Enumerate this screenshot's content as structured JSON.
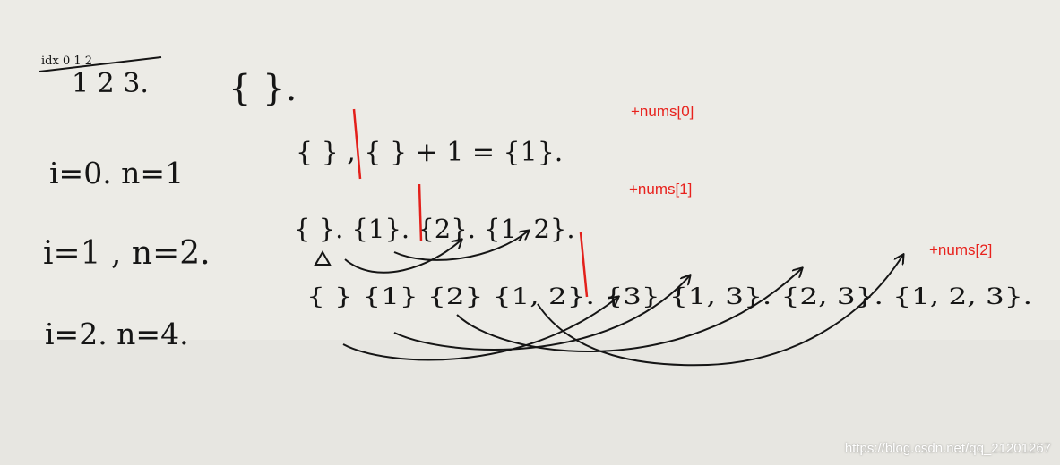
{
  "colors": {
    "paper": "#ecebe6",
    "ink": "#151515",
    "annotation": "#e8221d",
    "watermark": "#ffffff"
  },
  "notes": {
    "header": {
      "idx_labels": "idx 0 1 2",
      "digits": "1 2 3."
    },
    "empty_set": "{ }.",
    "rows": [
      {
        "label": "i=0. n=1",
        "content": "{ } , { } + 1 = {1}."
      },
      {
        "label": "i=1 , n=2.",
        "content": "{ }. {1}. {2}. {1, 2}."
      },
      {
        "label": "i=2. n=4.",
        "content": "{ } {1} {2} {1, 2}. {3} {1, 3}. {2, 3}. {1, 2, 3}."
      }
    ]
  },
  "annotations": [
    "+nums[0]",
    "+nums[1]",
    "+nums[2]"
  ],
  "watermark": "https://blog.csdn.net/qq_21201267"
}
